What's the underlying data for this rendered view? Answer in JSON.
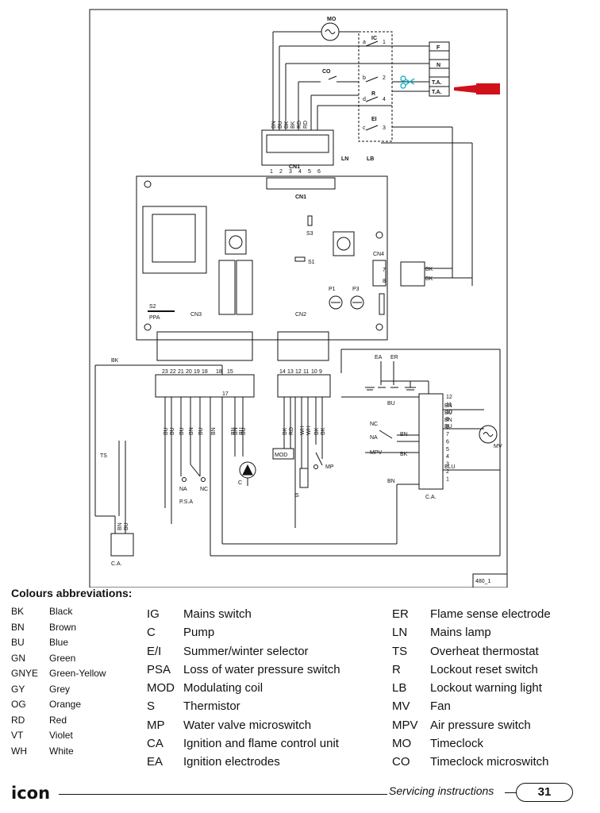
{
  "diagram": {
    "drawing_ref": "480_1",
    "blocks": {
      "MO": "MO",
      "IC": "IC",
      "CO": "CO",
      "R": "R",
      "EI": "EI",
      "CN1": "CN1",
      "CN2": "CN2",
      "CN3": "CN3",
      "CN4": "CN4",
      "LN": "LN",
      "LB": "LB",
      "S3": "S3",
      "S1": "S1",
      "P1": "P1",
      "P3": "P3",
      "S2": "S2",
      "PPA": "PPA",
      "TS": "TS",
      "CA": "C.A.",
      "PSA": "P.S.A",
      "MOD": "MOD",
      "MP": "MP",
      "MV": "MV",
      "MPV": "MPV",
      "EA": "EA",
      "ER": "ER",
      "C": "C",
      "S": "S",
      "NA": "NA",
      "NC": "NC"
    },
    "terminal_labels": [
      "F",
      "N",
      "T.A.",
      "T.A."
    ],
    "switch_pins": {
      "a": "a",
      "b": "b",
      "c": "c",
      "d": "d",
      "p1": "1",
      "p2": "2",
      "p3": "3",
      "p4": "4"
    },
    "top_wires": [
      "BN",
      "BU",
      "BK",
      "BK",
      "RD",
      "RD"
    ],
    "cn1_pins": [
      "1",
      "2",
      "3",
      "4",
      "5",
      "6"
    ],
    "cn4_pins": [
      "7",
      "8"
    ],
    "cn4_wires": [
      "BK",
      "BK"
    ],
    "cn3_pins": [
      "23",
      "22",
      "21",
      "20",
      "19",
      "18",
      "18",
      "15",
      "17"
    ],
    "cn3_wires": [
      "BU",
      "BU",
      "BU",
      "BN",
      "BU",
      "BN",
      "BN",
      "BU"
    ],
    "cn2_pins": [
      "14",
      "13",
      "12",
      "11",
      "10",
      "9"
    ],
    "cn2_wires": [
      "BK",
      "RD",
      "WH",
      "WH",
      "BK",
      "BK"
    ],
    "ca_pins": [
      "12",
      "11",
      "10",
      "9",
      "8",
      "7",
      "6",
      "5",
      "4",
      "3",
      "2",
      "1"
    ],
    "ca_wires": [
      "BN",
      "BU",
      "BN",
      "BU",
      "BN",
      "BK",
      "BLU",
      "BN",
      "BU"
    ],
    "misc_wires": [
      "BK",
      "BU",
      "BN",
      "BN",
      "BU"
    ]
  },
  "colours": {
    "title": "Colours abbreviations:",
    "items": [
      {
        "code": "BK",
        "name": "Black"
      },
      {
        "code": "BN",
        "name": "Brown"
      },
      {
        "code": "BU",
        "name": "Blue"
      },
      {
        "code": "GN",
        "name": "Green"
      },
      {
        "code": "GNYE",
        "name": "Green-Yellow"
      },
      {
        "code": "GY",
        "name": "Grey"
      },
      {
        "code": "OG",
        "name": "Orange"
      },
      {
        "code": "RD",
        "name": "Red"
      },
      {
        "code": "VT",
        "name": "Violet"
      },
      {
        "code": "WH",
        "name": "White"
      }
    ]
  },
  "legend": {
    "col1": [
      {
        "code": "IG",
        "desc": "Mains switch"
      },
      {
        "code": "C",
        "desc": "Pump"
      },
      {
        "code": "E/I",
        "desc": "Summer/winter selector"
      },
      {
        "code": "PSA",
        "desc": "Loss of water pressure switch"
      },
      {
        "code": "MOD",
        "desc": "Modulating coil"
      },
      {
        "code": "S",
        "desc": "Thermistor"
      },
      {
        "code": "MP",
        "desc": "Water valve microswitch"
      },
      {
        "code": "CA",
        "desc": "Ignition and flame control unit"
      },
      {
        "code": "EA",
        "desc": "Ignition electrodes"
      }
    ],
    "col2": [
      {
        "code": "ER",
        "desc": "Flame sense electrode"
      },
      {
        "code": "LN",
        "desc": "Mains lamp"
      },
      {
        "code": "TS",
        "desc": "Overheat thermostat"
      },
      {
        "code": "R",
        "desc": "Lockout reset switch"
      },
      {
        "code": "LB",
        "desc": "Lockout warning light"
      },
      {
        "code": "MV",
        "desc": "Fan"
      },
      {
        "code": "MPV",
        "desc": "Air pressure switch"
      },
      {
        "code": "MO",
        "desc": "Timeclock"
      },
      {
        "code": "CO",
        "desc": "Timeclock microswitch"
      }
    ]
  },
  "footer": {
    "logo": "icon",
    "text": "Servicing instructions",
    "page": "31"
  },
  "colors": {
    "line": "#111111",
    "pointer": "#d0101a",
    "scissors": "#1fb5c9"
  }
}
